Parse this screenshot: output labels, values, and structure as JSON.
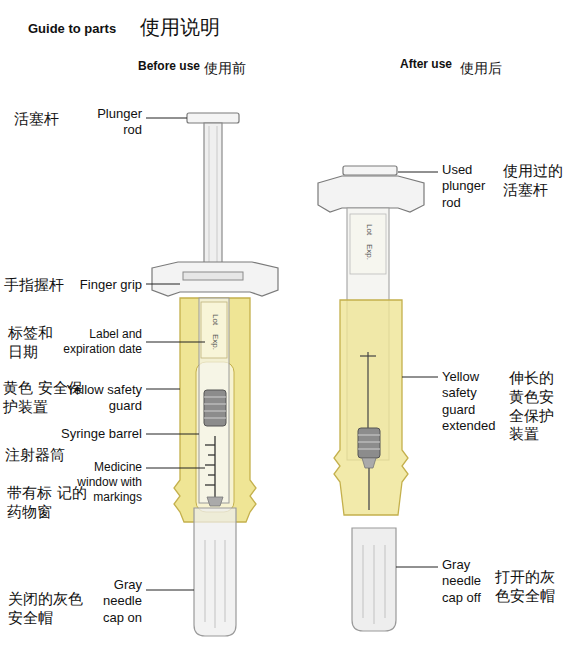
{
  "diagram": {
    "title": "Guide to parts",
    "labels": [
      "使用说明",
      "Before use",
      "使用前",
      "After use",
      "使用后",
      "活塞杆",
      "Plunger rod",
      "手指握杆",
      "Finger grip",
      "标签和 日期",
      "Label and expiration date",
      "黄色 安全保护装置",
      "Yellow safety guard",
      "Syringe barrel",
      "注射器筒",
      "Medicine window with markings",
      "带有标 记的药物窗",
      "Gray needle cap on",
      "关闭的灰色 安全帽",
      "Lot",
      "Exp.",
      "Used plunger rod",
      "使用过的 活塞杆",
      "Yellow safety guard extended",
      "伸长的 黄色安 全保护 装置",
      "Gray needle cap off",
      "打开的灰 色安全帽",
      "Lot",
      "Exp."
    ]
  }
}
